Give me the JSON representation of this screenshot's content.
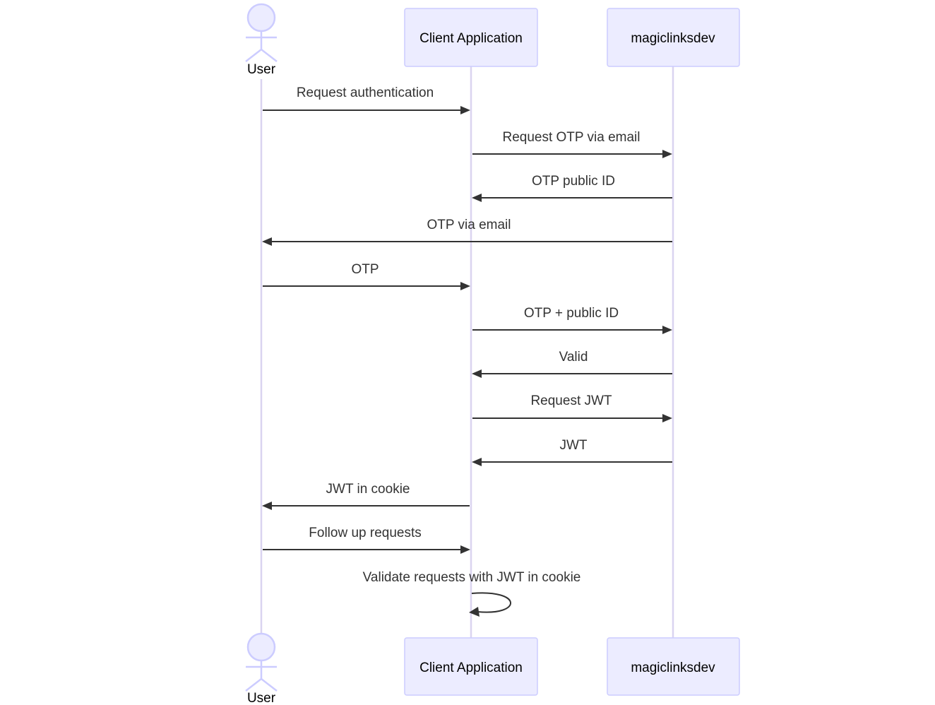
{
  "participants": {
    "user": {
      "label": "User",
      "kind": "actor"
    },
    "client": {
      "label": "Client Application",
      "kind": "box"
    },
    "magic": {
      "label": "magiclinksdev",
      "kind": "box"
    }
  },
  "messages": [
    {
      "from": "user",
      "to": "client",
      "text": "Request authentication"
    },
    {
      "from": "client",
      "to": "magic",
      "text": "Request OTP via email"
    },
    {
      "from": "magic",
      "to": "client",
      "text": "OTP public ID"
    },
    {
      "from": "magic",
      "to": "user",
      "text": "OTP via email"
    },
    {
      "from": "user",
      "to": "client",
      "text": "OTP"
    },
    {
      "from": "client",
      "to": "magic",
      "text": "OTP + public ID"
    },
    {
      "from": "magic",
      "to": "client",
      "text": "Valid"
    },
    {
      "from": "client",
      "to": "magic",
      "text": "Request JWT"
    },
    {
      "from": "magic",
      "to": "client",
      "text": "JWT"
    },
    {
      "from": "client",
      "to": "user",
      "text": "JWT in cookie"
    },
    {
      "from": "user",
      "to": "client",
      "text": "Follow up requests"
    },
    {
      "from": "client",
      "to": "client",
      "text": "Validate requests with JWT in cookie"
    }
  ],
  "colors": {
    "actor_fill": "#ECECFF",
    "actor_stroke": "#CCCCFF",
    "lifeline": "#DAD4F0",
    "message": "#333333"
  }
}
